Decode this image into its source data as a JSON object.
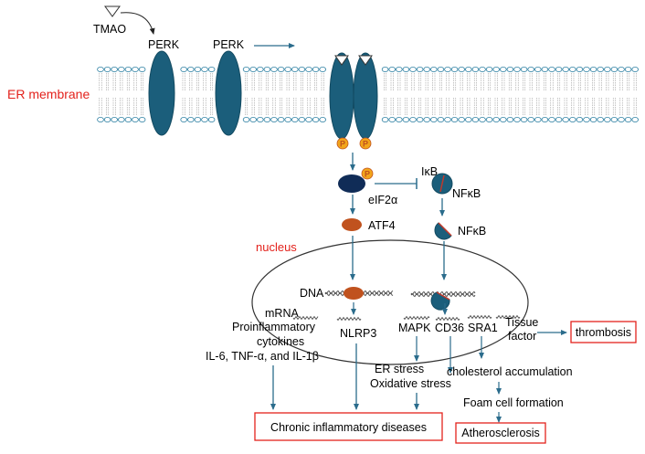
{
  "colors": {
    "membrane": "#2a7ea1",
    "protein": "#1b5e7b",
    "protein_stroke": "#124a61",
    "arrow": "#2b6c8c",
    "atf4": "#c0521e",
    "eif2a": "#102c57",
    "phospho": "#f2a51b",
    "phospho_text": "#c0521e",
    "red": "#e3221c",
    "dna": "#555555"
  },
  "icons": {
    "tmao": "hollow-triangle-icon",
    "phosphate": "phosphate-circle-icon"
  },
  "labels": {
    "tmao": "TMAO",
    "perk_1": "PERK",
    "perk_2": "PERK",
    "er_membrane": "ER membrane",
    "phospho": "P",
    "eif2a": "eIF2α",
    "ikb": "IκB",
    "nfkb_1": "NFκB",
    "nfkb_2": "NFκB",
    "atf4": "ATF4",
    "nucleus": "nucleus",
    "dna": "DNA",
    "mrna": "mRNA",
    "proinflammatory": "Proinflammatory",
    "cytokines": "cytokines",
    "il": "IL-6, TNF-α, and IL-1β",
    "nlrp3": "NLRP3",
    "mapk": "MAPK",
    "cd36": "CD36",
    "sra1": "SRA1",
    "tissue": "Tissue",
    "factor": "factor",
    "thrombosis": "thrombosis",
    "er_stress": "ER stress",
    "oxidative_stress": "Oxidative stress",
    "cholesterol": "cholesterol accumulation",
    "foam_cell": "Foam cell formation",
    "chronic": "Chronic inflammatory diseases",
    "atherosclerosis": "Atherosclerosis"
  }
}
